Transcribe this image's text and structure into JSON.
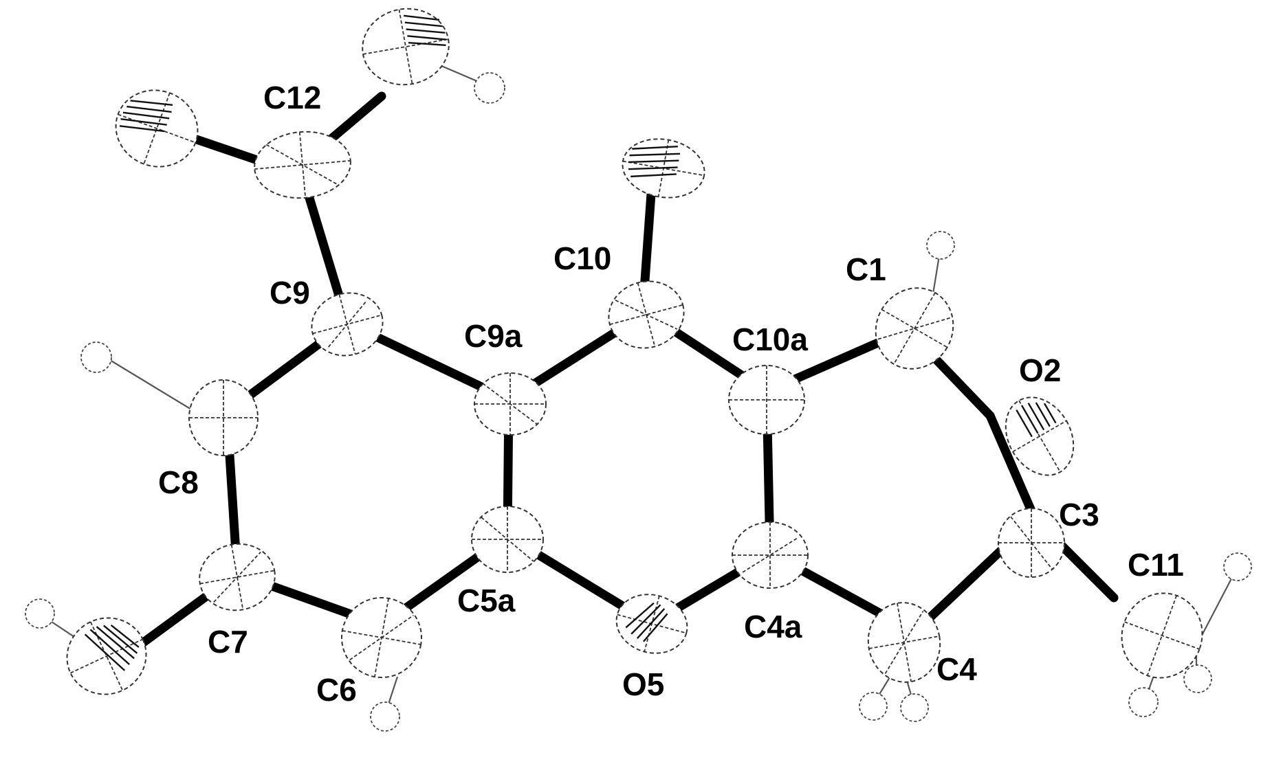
{
  "labels": {
    "C12": "C12",
    "C10": "C10",
    "C1": "C1",
    "C9": "C9",
    "C9a": "C9a",
    "C10a": "C10a",
    "O2": "O2",
    "C8": "C8",
    "C3": "C3",
    "C11": "C11",
    "C7": "C7",
    "C5a": "C5a",
    "C4a": "C4a",
    "C4": "C4",
    "C6": "C6",
    "O5": "O5"
  }
}
